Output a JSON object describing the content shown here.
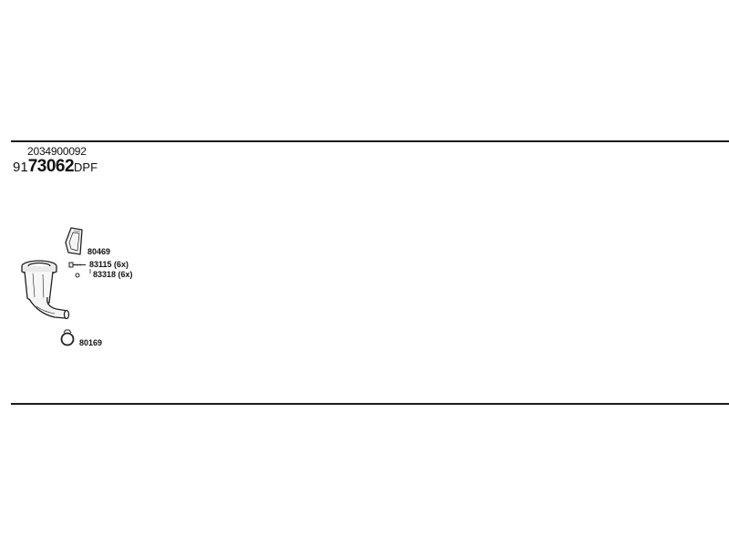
{
  "header": {
    "oe_number": "2034900092",
    "set_code_prefix": "91",
    "set_code_main": "73062",
    "set_code_suffix": "DPF"
  },
  "parts": [
    {
      "label": "80469",
      "icon": "gasket-icon"
    },
    {
      "label": "83115 (6x)",
      "icon": "bolt-icon"
    },
    {
      "label": "83318 (6x)",
      "icon": "nut-icon"
    },
    {
      "label": "80169",
      "icon": "clamp-ring-icon"
    }
  ],
  "assembly": {
    "icon": "particulate-filter-icon"
  }
}
